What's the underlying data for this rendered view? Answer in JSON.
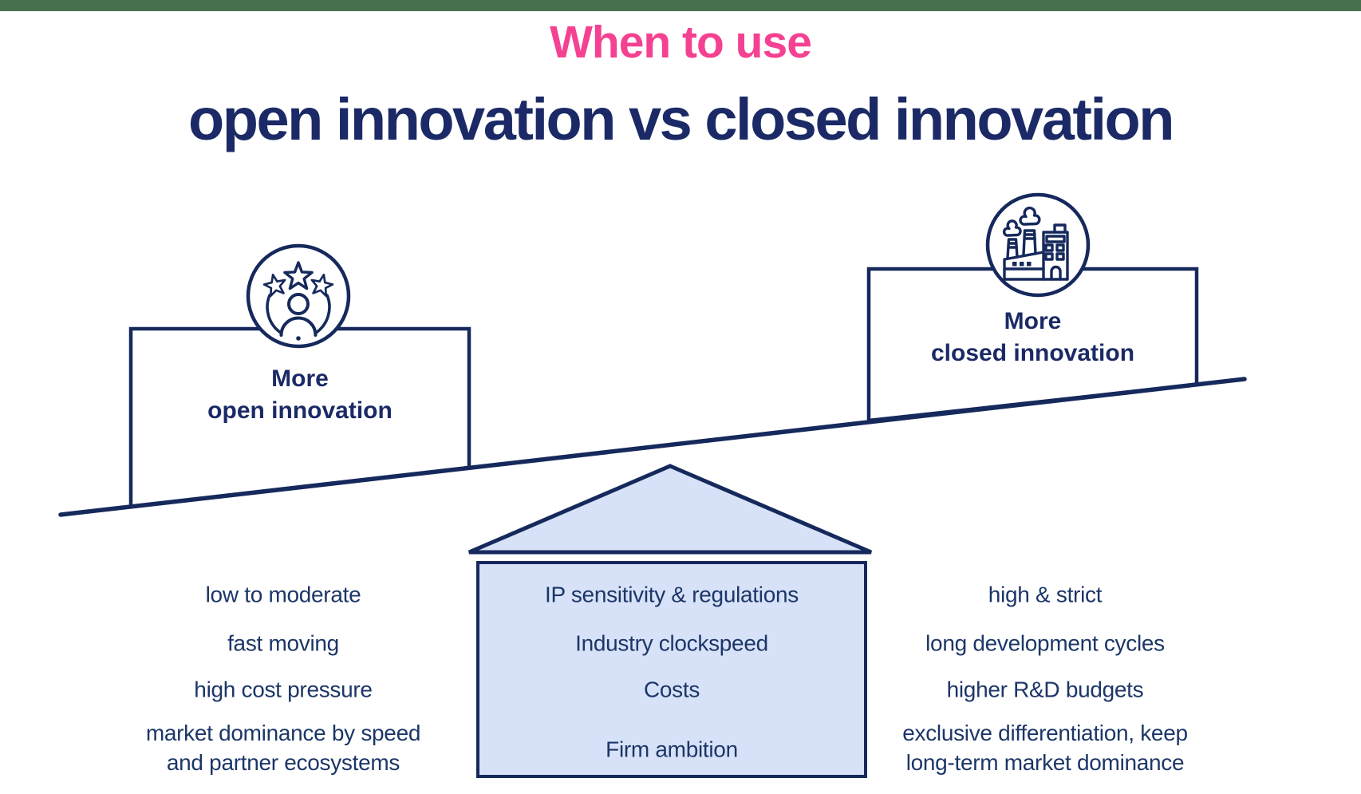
{
  "header": {
    "kicker": "When to use",
    "title": "open innovation vs closed innovation"
  },
  "seesaw": {
    "left_panel": {
      "line1": "More",
      "line2": "open innovation",
      "icon": "team-stars-icon"
    },
    "right_panel": {
      "line1": "More",
      "line2": "closed innovation",
      "icon": "factory-icon"
    }
  },
  "comparison": {
    "rows": [
      {
        "left": [
          "low to moderate"
        ],
        "criterion": [
          "IP sensitivity & regulations"
        ],
        "right": [
          "high & strict"
        ]
      },
      {
        "left": [
          "fast moving"
        ],
        "criterion": [
          "Industry clockspeed"
        ],
        "right": [
          "long development cycles"
        ]
      },
      {
        "left": [
          "high cost pressure"
        ],
        "criterion": [
          "Costs"
        ],
        "right": [
          "higher R&D budgets"
        ]
      },
      {
        "left": [
          "market dominance by speed",
          "and partner ecosystems"
        ],
        "criterion": [
          "Firm ambition"
        ],
        "right": [
          "exclusive differentiation, keep",
          "long-term market dominance"
        ]
      }
    ]
  },
  "colors": {
    "green_bar": "#48714F",
    "pink": "#F54191",
    "navy_title": "#1B2A66",
    "navy_text": "#1C3667",
    "navy_shape": "#16295C",
    "light_blue": "#D7E2F8"
  }
}
